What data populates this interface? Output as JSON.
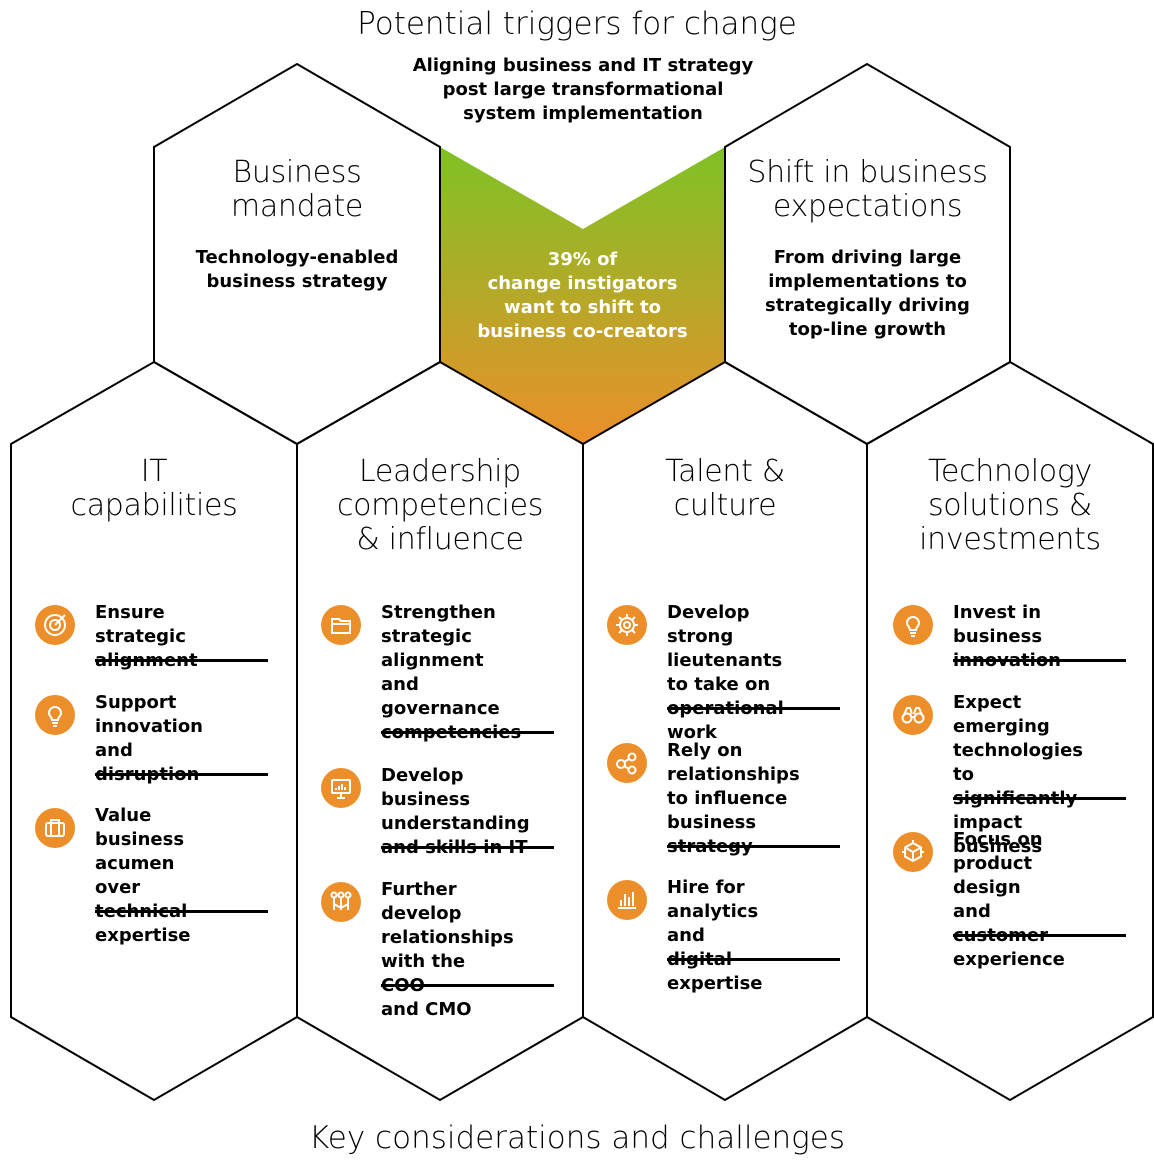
{
  "top_title": "Potential triggers for change",
  "top_subtitle": "Aligning business and IT strategy\npost large transformational\nsystem implementation",
  "center": {
    "text": "39% of\nchange instigators\nwant to shift to\nbusiness co-creators",
    "gradient_top": "#7ec225",
    "gradient_bottom": "#ec8f2b"
  },
  "business_mandate": {
    "title": "Business\nmandate",
    "subtitle": "Technology-enabled\nbusiness strategy"
  },
  "shift_expectations": {
    "title": "Shift in business\nexpectations",
    "subtitle": "From driving large\nimplementations to\nstrategically driving\ntop-line growth"
  },
  "columns": [
    {
      "title": "IT\ncapabilities",
      "items": [
        {
          "icon": "target-icon",
          "text": "Ensure strategic\nalignment"
        },
        {
          "icon": "lightbulb-icon",
          "text": "Support\ninnovation\nand disruption"
        },
        {
          "icon": "briefcase-icon",
          "text": "Value business\nacumen over\ntechnical\nexpertise"
        }
      ]
    },
    {
      "title": "Leadership\ncompetencies\n& influence",
      "items": [
        {
          "icon": "folder-icon",
          "text": "Strengthen\nstrategic\nalignment and\ngovernance\ncompetencies"
        },
        {
          "icon": "presentation-chart-icon",
          "text": "Develop business\nunderstanding\nand skills in IT"
        },
        {
          "icon": "people-network-icon",
          "text": "Further develop\nrelationships\nwith the COO\nand CMO"
        }
      ]
    },
    {
      "title": "Talent &\nculture",
      "items": [
        {
          "icon": "gear-icon",
          "text": "Develop strong\nlieutenants\nto take on\noperational work"
        },
        {
          "icon": "network-nodes-icon",
          "text": "Rely on\nrelationships\nto influence\nbusiness strategy"
        },
        {
          "icon": "bar-chart-icon",
          "text": "Hire for\nanalytics and\ndigital expertise"
        }
      ]
    },
    {
      "title": "Technology\nsolutions &\ninvestments",
      "items": [
        {
          "icon": "lightbulb-icon",
          "text": "Invest in business\ninnovation"
        },
        {
          "icon": "binoculars-icon",
          "text": "Expect emerging\ntechnologies to\nsignificantly\nimpact business"
        },
        {
          "icon": "cube-icon",
          "text": "Focus on\nproduct design\nand customer\nexperience"
        }
      ]
    }
  ],
  "bottom_title": "Key considerations and challenges",
  "colors": {
    "accent": "#ec8f2b",
    "line": "#000000"
  }
}
